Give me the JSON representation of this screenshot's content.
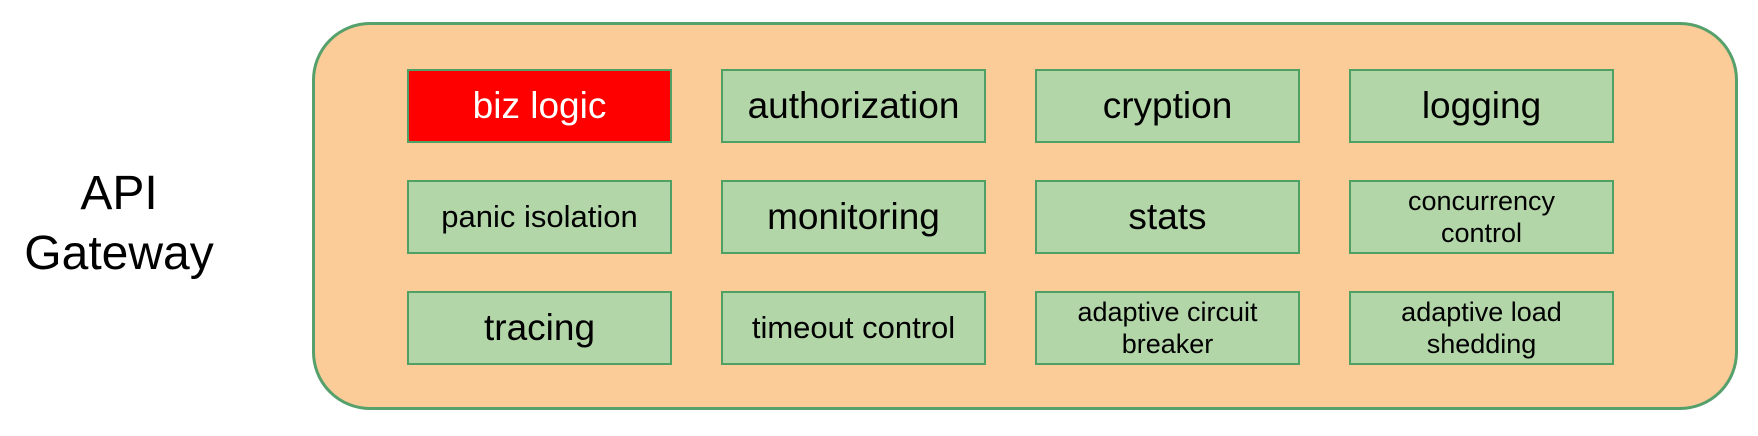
{
  "title": {
    "text": "API\nGateway"
  },
  "colors": {
    "container_fill": "#FBCB98",
    "container_border": "#55A06B",
    "cell_fill": "#B2D6A8",
    "cell_border": "#4EA064",
    "highlight_fill": "#FF0000",
    "highlight_text": "#FFFFFF",
    "text": "#000000"
  },
  "gateway": {
    "cells": [
      {
        "label": "biz logic",
        "highlighted": true
      },
      {
        "label": "authorization",
        "highlighted": false
      },
      {
        "label": "cryption",
        "highlighted": false
      },
      {
        "label": "logging",
        "highlighted": false
      },
      {
        "label": "panic isolation",
        "highlighted": false
      },
      {
        "label": "monitoring",
        "highlighted": false
      },
      {
        "label": "stats",
        "highlighted": false
      },
      {
        "label": "concurrency\ncontrol",
        "highlighted": false
      },
      {
        "label": "tracing",
        "highlighted": false
      },
      {
        "label": "timeout control",
        "highlighted": false
      },
      {
        "label": "adaptive circuit\nbreaker",
        "highlighted": false
      },
      {
        "label": "adaptive load\nshedding",
        "highlighted": false
      }
    ]
  }
}
